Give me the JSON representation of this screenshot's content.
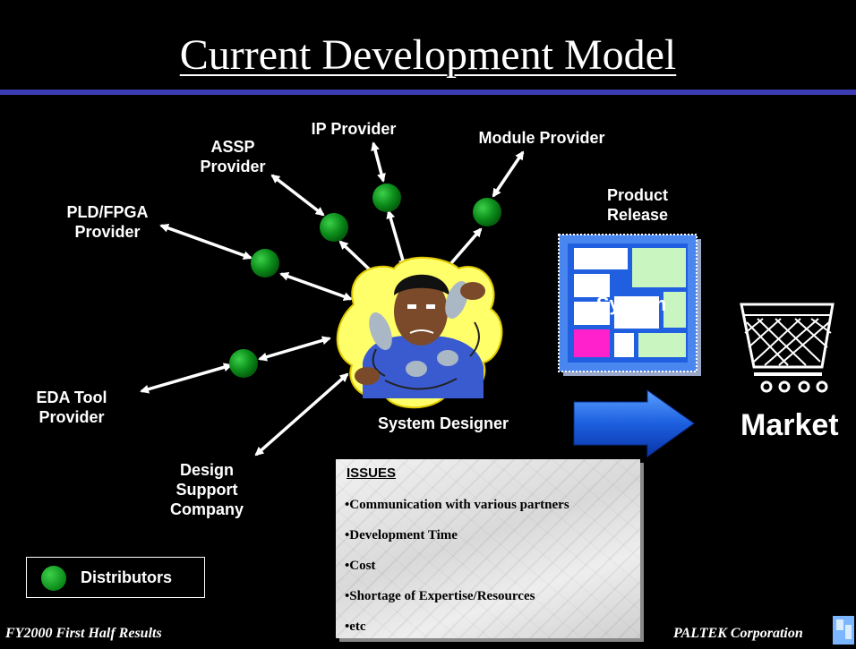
{
  "slide": {
    "title": "Current Development Model",
    "footer_left": "FY2000 First Half Results",
    "footer_right": "PALTEK Corporation",
    "accent_rule_color": "#3b3bb4"
  },
  "providers": {
    "ip": "IP Provider",
    "module": "Module Provider",
    "assp_line1": "ASSP",
    "assp_line2": "Provider",
    "pld_line1": "PLD/FPGA",
    "pld_line2": "Provider",
    "eda_line1": "EDA Tool",
    "eda_line2": "Provider",
    "design_line1": "Design",
    "design_line2": "Support",
    "design_line3": "Company"
  },
  "center": {
    "designer_label": "System Designer",
    "icon": "stressed-designer-with-phones"
  },
  "product": {
    "release_line1": "Product",
    "release_line2": "Release",
    "chip_label": "System"
  },
  "market": {
    "label": "Market",
    "icon": "shopping-cart-icon"
  },
  "legend": {
    "label": "Distributors",
    "dot_color": "#12a01f"
  },
  "issues": {
    "heading": "ISSUES",
    "items": [
      "•Communication with various partners",
      "•Development Time",
      "•Cost",
      "•Shortage of Expertise/Resources",
      "•etc"
    ]
  }
}
